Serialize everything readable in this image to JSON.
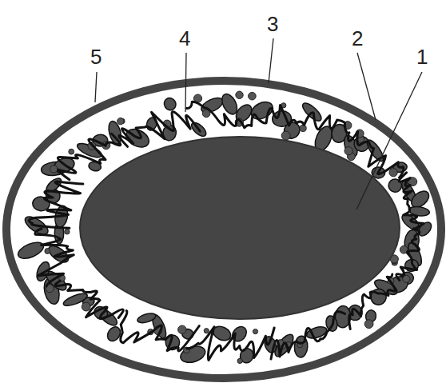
{
  "diagram": {
    "labels": [
      "5",
      "4",
      "3",
      "2",
      "1"
    ]
  }
}
